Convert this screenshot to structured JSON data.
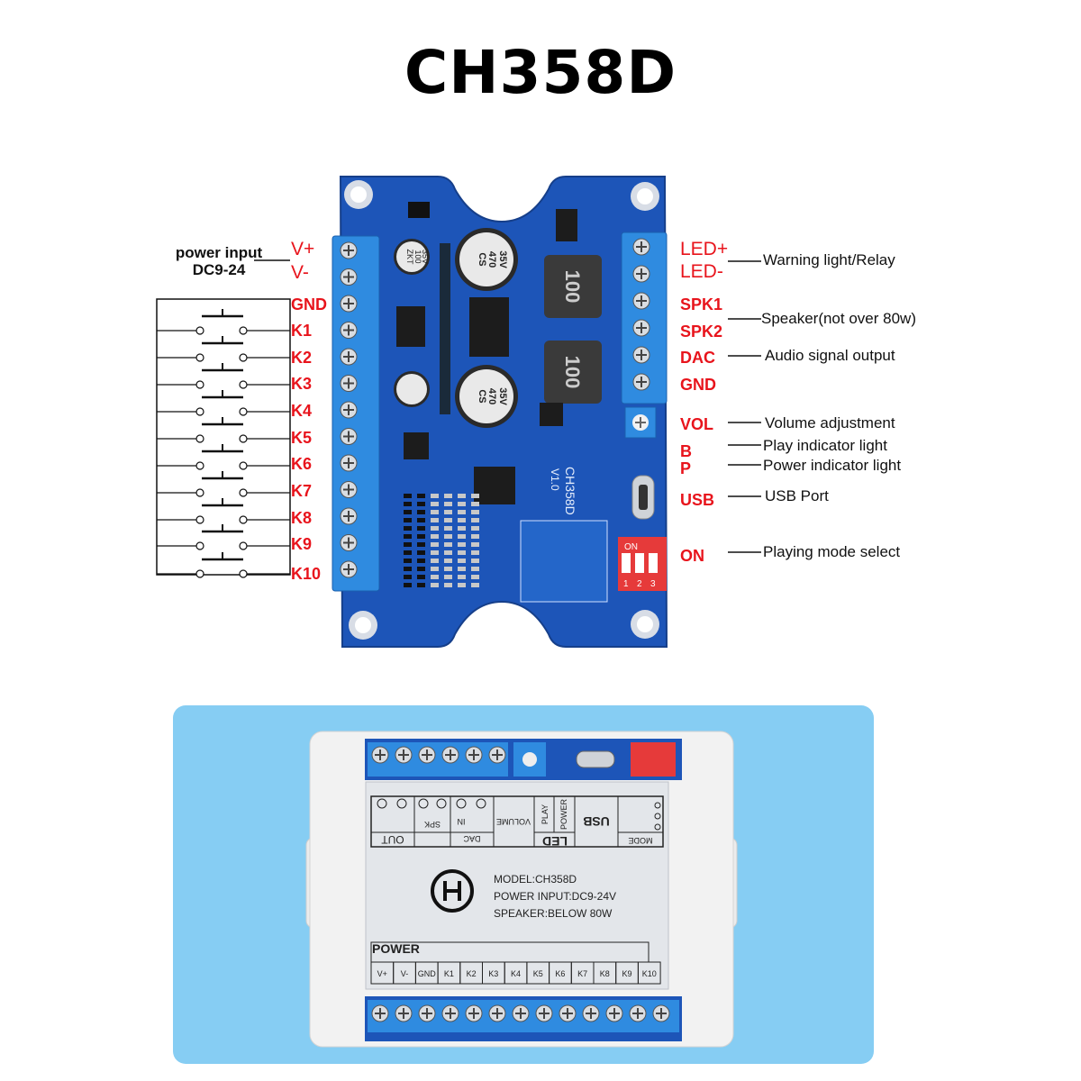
{
  "title": "CH358D",
  "board": {
    "silkscreen": "CH358D",
    "version": "V1.0",
    "cap_label_1": "CS",
    "cap_label_2": "470",
    "cap_label_3": "35V",
    "inductor_label": "100",
    "small_cap_1": "ZKT",
    "small_cap_2": "100",
    "small_cap_3": "35V",
    "dip_on": "ON",
    "dip_1": "1",
    "dip_2": "2",
    "dip_3": "3"
  },
  "power_input": {
    "label": "power input",
    "range": "DC9-24"
  },
  "left_pins": [
    "V+",
    "V-",
    "GND",
    "K1",
    "K2",
    "K3",
    "K4",
    "K5",
    "K6",
    "K7",
    "K8",
    "K9",
    "K10"
  ],
  "right_pins": {
    "led_plus": "LED+",
    "led_minus": "LED-",
    "spk1": "SPK1",
    "spk2": "SPK2",
    "dac": "DAC",
    "gnd": "GND",
    "vol": "VOL",
    "b": "B",
    "p": "P",
    "usb": "USB",
    "on": "ON"
  },
  "descriptions": {
    "led": "Warning light/Relay",
    "spk": "Speaker(not over 80w)",
    "dac": "Audio signal output",
    "vol": "Volume adjustment",
    "b": "Play indicator light",
    "p": "Power indicator light",
    "usb": "USB Port",
    "on": "Playing mode select"
  },
  "case": {
    "model": "MODEL:CH358D",
    "power_input": "POWER INPUT:DC9-24V",
    "speaker": "SPEAKER:BELOW 80W",
    "power_label": "POWER",
    "top_labels": {
      "out": "OUT",
      "spk": "SPK",
      "dac": "DAC",
      "in": "IN",
      "volume": "VOLUME",
      "play": "PLAY",
      "power": "POWER",
      "led": "LED",
      "usb": "USB",
      "mode": "MODE"
    },
    "bottom_pins": [
      "V+",
      "V-",
      "GND",
      "K1",
      "K2",
      "K3",
      "K4",
      "K5",
      "K6",
      "K7",
      "K8",
      "K9",
      "K10"
    ]
  },
  "colors": {
    "pcb_blue": "#1d55b8",
    "terminal_blue": "#2f8be0",
    "label_red": "#e8141c",
    "panel_sky": "#86cdf3",
    "dip_red": "#e63a3a"
  }
}
